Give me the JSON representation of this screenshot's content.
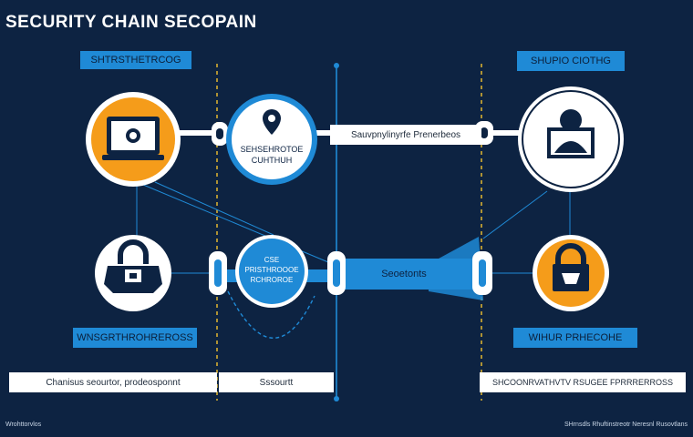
{
  "title": "SECURITY CHAIN SECOPAIN",
  "labels": {
    "top_left": "SHTRSTHETRCOG",
    "top_right": "SHUPIO CIOTHG",
    "bottom_left": "WNSGRTHROHREROSS",
    "bottom_right": "WIHUR PRHECOHE"
  },
  "nodes": {
    "center_top_text_line1": "SEHSEHROTOE",
    "center_top_text_line2": "CUHTHUH",
    "center_bottom_text_line1": "CSE",
    "center_bottom_text_line2": "PRISTHROOOE",
    "center_bottom_text_line3": "RCHROROE"
  },
  "bars": {
    "top_middle": "Sauvpnylinyrfe Prenerbeos",
    "middle_right": "Seoetonts",
    "bottom_left": "Chanisus seourtor, prodeosponnt",
    "bottom_middle": "Sssourtt",
    "bottom_right": "SHCOONRVATHVTV RSUGEE FPRRRERROSS"
  },
  "footer": {
    "left": "Wrohttorvlos",
    "right": "SHrnsdls Rhuftinstreotr Neresnl Rusovtlans"
  },
  "colors": {
    "background": "#0d2342",
    "accent_blue": "#1f8ad6",
    "accent_orange": "#f59c1a",
    "white": "#ffffff",
    "dashed_yellow": "#f2c22e"
  },
  "icons": {
    "top_left": "laptop-icon",
    "center_top": "location-pin-icon",
    "top_right": "user-screen-icon",
    "bottom_left": "padlock-icon",
    "bottom_right": "padlock-icon"
  }
}
